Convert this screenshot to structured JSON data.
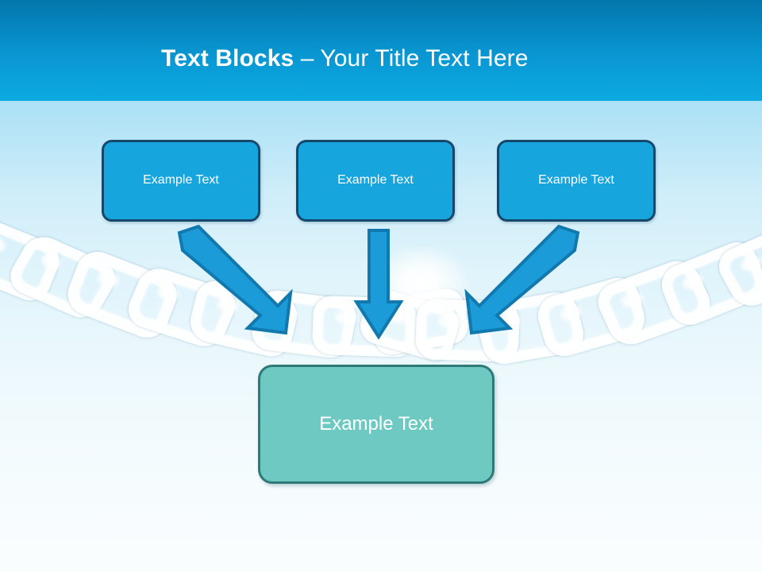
{
  "slide": {
    "title_strong": "Text Blocks",
    "title_rest": " – Your Title Text Here"
  },
  "theme": {
    "header_top": "#0377AC",
    "header_bottom": "#0DA9E0",
    "body_top": "#6CC8EF",
    "body_bottom": "#FAFDFE",
    "box_fill": "#17A5DE",
    "box_border": "#17486B",
    "result_fill": "#6DC9C1",
    "result_border": "#2D7A78",
    "arrow_fill": "#1B9BD7",
    "arrow_border": "#1279AE",
    "text_color": "#FFFFFF"
  },
  "top_boxes": [
    {
      "label": "Example Text"
    },
    {
      "label": "Example Text"
    },
    {
      "label": "Example Text"
    }
  ],
  "result_box": {
    "label": "Example Text"
  },
  "arrows": [
    {
      "name": "arrow-down-right-icon",
      "direction": "down-right"
    },
    {
      "name": "arrow-down-icon",
      "direction": "down"
    },
    {
      "name": "arrow-down-left-icon",
      "direction": "down-left"
    }
  ],
  "background": {
    "image_name": "broken-chain-photo"
  }
}
